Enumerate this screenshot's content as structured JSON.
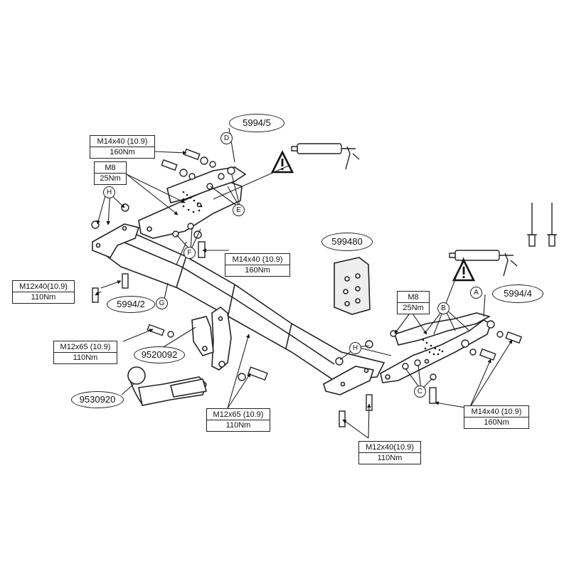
{
  "torque_specs": [
    {
      "id": "m14-top",
      "bolt": "M14x40 (10.9)",
      "torque": "160Nm"
    },
    {
      "id": "m8-left",
      "bolt": "M8",
      "torque": "25Nm"
    },
    {
      "id": "m14-mid",
      "bolt": "M14x40 (10.9)",
      "torque": "160Nm"
    },
    {
      "id": "m12x40-left",
      "bolt": "M12x40(10.9)",
      "torque": "110Nm"
    },
    {
      "id": "m12x65-left",
      "bolt": "M12x65 (10.9)",
      "torque": "110Nm"
    },
    {
      "id": "m12x65-bottom",
      "bolt": "M12x65 (10.9)",
      "torque": "110Nm"
    },
    {
      "id": "m12x40-bottom",
      "bolt": "M12x40(10.9)",
      "torque": "110Nm"
    },
    {
      "id": "m8-right",
      "bolt": "M8",
      "torque": "25Nm"
    },
    {
      "id": "m14-right",
      "bolt": "M14x40 (10.9)",
      "torque": "160Nm"
    }
  ],
  "part_numbers": [
    {
      "id": "5994-5",
      "label": "5994/5"
    },
    {
      "id": "599480",
      "label": "599480"
    },
    {
      "id": "5994-4",
      "label": "5994/4"
    },
    {
      "id": "5994-2",
      "label": "5994/2"
    },
    {
      "id": "9520092",
      "label": "9520092"
    },
    {
      "id": "9530920",
      "label": "9530920"
    }
  ],
  "letter_markers": [
    "A",
    "B",
    "C",
    "D",
    "E",
    "F",
    "G",
    "H"
  ],
  "warning_symbol": "warning-triangle-icon",
  "tool_icons": [
    "sealant-gun-icon",
    "rivet-icon"
  ]
}
